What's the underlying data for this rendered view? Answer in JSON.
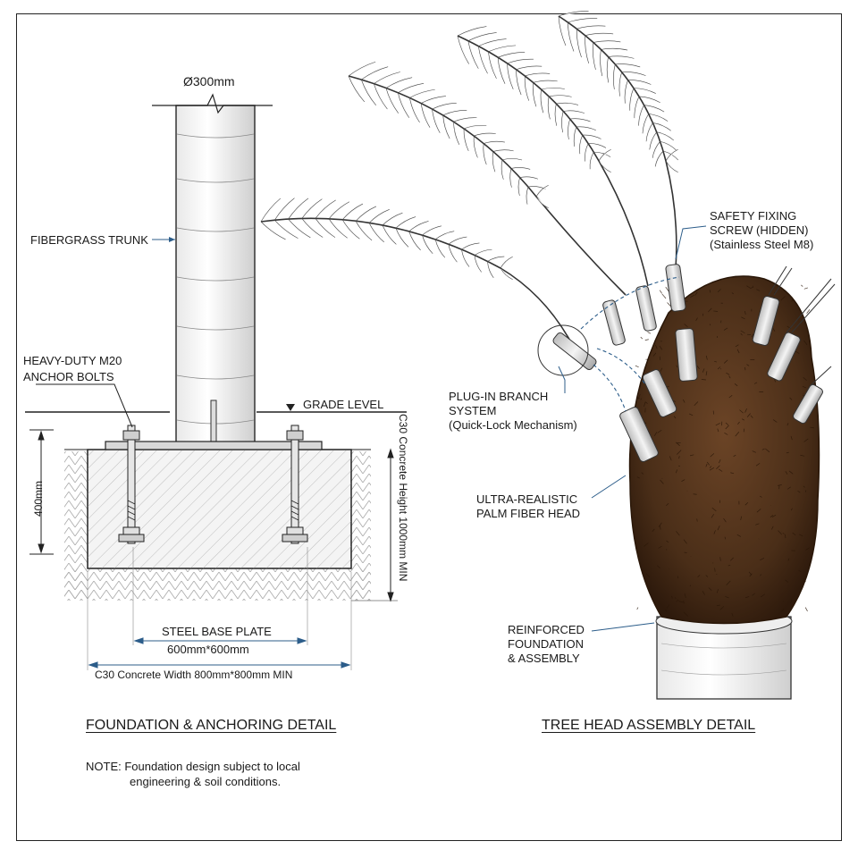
{
  "foundation": {
    "diameter": "Ø300mm",
    "trunk_label": "FIBERGRASS  TRUNK",
    "anchor_bolts": [
      "HEAVY-DUTY M20",
      "ANCHOR BOLTS"
    ],
    "grade_level": "GRADE LEVEL",
    "concrete_height": "C30 Concrete Height 1000mm MIN",
    "depth_dim": "400mm",
    "base_plate": "STEEL BASE PLATE",
    "base_plate_size": "600mm*600mm",
    "concrete_width": "C30 Concrete Width 800mm*800mm MIN",
    "title": "FOUNDATION & ANCHORING DETAIL",
    "note_line1": "NOTE: Foundation design subject to local",
    "note_line2": "engineering & soil conditions."
  },
  "tree_head": {
    "safety_screw": [
      "SAFETY FIXING",
      "SCREW (HIDDEN)",
      "(Stainless Steel M8)"
    ],
    "plug_in": [
      "PLUG-IN BRANCH",
      "SYSTEM",
      "(Quick-Lock Mechanism)"
    ],
    "fiber_head": [
      "ULTRA-REALISTIC",
      "PALM FIBER HEAD"
    ],
    "reinforced": [
      "REINFORCED",
      "FOUNDATION",
      "& ASSEMBLY"
    ],
    "title": "TREE HEAD ASSEMBLY DETAIL"
  },
  "colors": {
    "ink": "#1a1a1a",
    "fiber": "#5a3a22",
    "concrete": "#f2f2f2",
    "dim_blue": "#2c5d8a"
  }
}
